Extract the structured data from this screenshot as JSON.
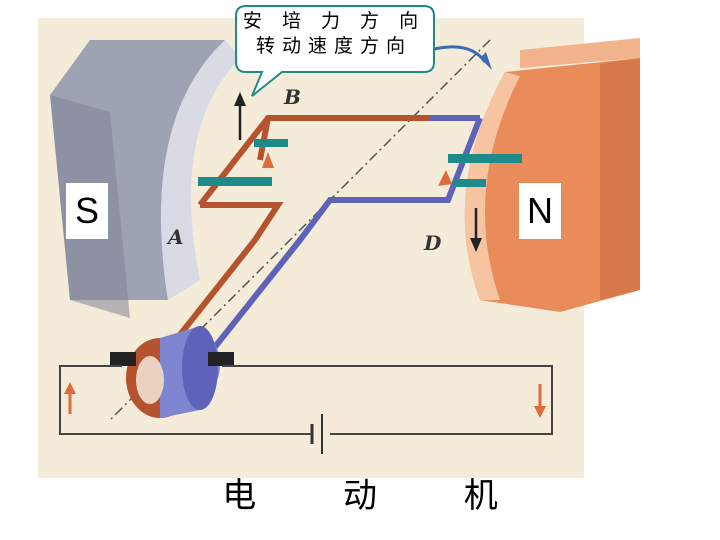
{
  "callout": {
    "line1": "安 培 力 方 向",
    "line2": "转动速度方向"
  },
  "poles": {
    "south": "S",
    "north": "N"
  },
  "labels": {
    "b": "B",
    "a": "A",
    "d": "D"
  },
  "caption": "电 动 机",
  "colors": {
    "teal": "#1e8a8a",
    "coil_copper": "#b5532f",
    "coil_blue": "#5d63b8",
    "magnet_gray": "#9ea3b4",
    "magnet_orange": "#e98c5a",
    "figure_bg": "#f4ecd9"
  }
}
